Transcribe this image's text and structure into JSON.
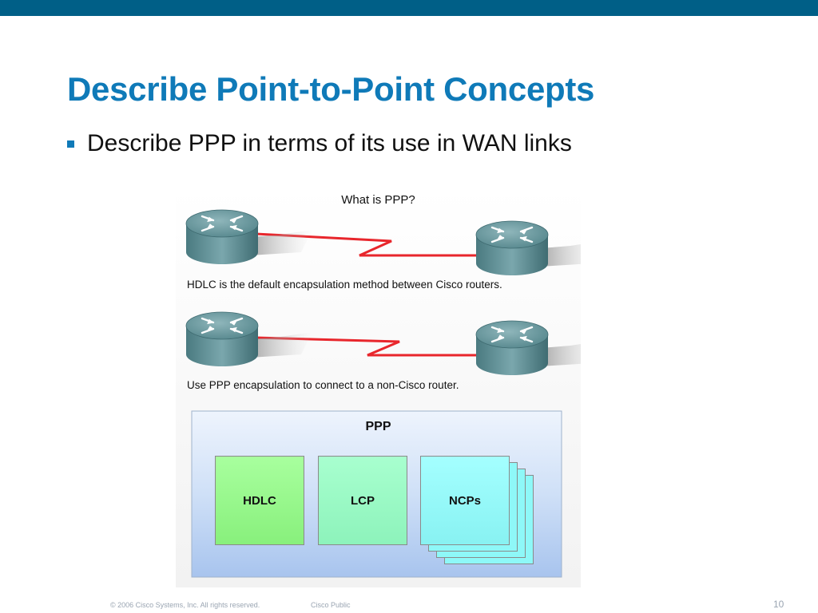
{
  "slide": {
    "title": "Describe Point-to-Point Concepts",
    "bullet": "Describe PPP in terms of its use in WAN links"
  },
  "figure": {
    "title": "What is PPP?",
    "caption_1": "HDLC is the default encapsulation method between Cisco routers.",
    "caption_2": "Use PPP encapsulation to connect to a non-Cisco router.",
    "ppp_label": "PPP",
    "boxes": [
      "HDLC",
      "LCP",
      "NCPs"
    ],
    "icons": [
      "router-icon",
      "serial-link-icon"
    ],
    "colors": {
      "serial_link": "#e8262c",
      "router": "#5b8a90",
      "hdlc": "#98f88c",
      "lcp": "#98f9c4",
      "ncps": "#96fafa",
      "ppp_panel": "#b9d2f4"
    }
  },
  "footer": {
    "copyright": "© 2006 Cisco Systems, Inc. All rights reserved.",
    "classification": "Cisco Public",
    "page": "10"
  }
}
